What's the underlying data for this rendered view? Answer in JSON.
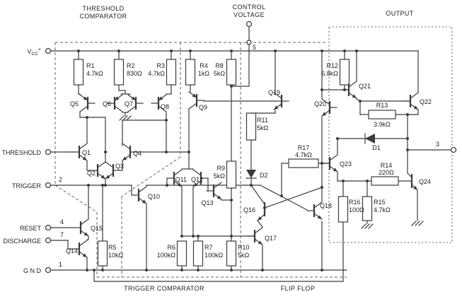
{
  "sections": {
    "threshold_comparator": [
      "THRESHOLD",
      "COMPARATOR"
    ],
    "output": "OUTPUT",
    "trigger_comparator": "TRIGGER COMPARATOR",
    "flip_flop": "FLIP FLOP"
  },
  "terminals": {
    "vcc": {
      "label": "V",
      "sub": "CC",
      "sup": "+"
    },
    "threshold": {
      "name": "THRESHOLD"
    },
    "trigger": {
      "name": "TRIGGER",
      "pin": "2"
    },
    "reset": {
      "name": "RESET",
      "pin": "4"
    },
    "discharge": {
      "name": "DISCHARGE",
      "pin": "7"
    },
    "gnd": {
      "name": "G N D",
      "pin": "1"
    },
    "control_voltage": {
      "line1": "CONTROL",
      "line2": "VOLTAGE",
      "pin": "5"
    },
    "output": {
      "pin": "3"
    }
  },
  "resistors": {
    "r1": {
      "name": "R1",
      "value": "4.7kΩ"
    },
    "r2": {
      "name": "R2",
      "value": "830Ω"
    },
    "r3": {
      "name": "R3",
      "value": "4.7kΩ"
    },
    "r4": {
      "name": "R4",
      "value": "1kΩ"
    },
    "r5": {
      "name": "R5",
      "value": "10kΩ"
    },
    "r6": {
      "name": "R6",
      "value": "100kΩ"
    },
    "r7": {
      "name": "R7",
      "value": "100kΩ"
    },
    "r8": {
      "name": "R8",
      "value": "5kΩ"
    },
    "r9": {
      "name": "R9",
      "value": "5kΩ"
    },
    "r10": {
      "name": "R10",
      "value": "5kΩ"
    },
    "r11": {
      "name": "R11",
      "value": "5kΩ"
    },
    "r12": {
      "name": "R12",
      "value": "6.8kΩ"
    },
    "r13": {
      "name": "R13",
      "value": "3.9kΩ"
    },
    "r14": {
      "name": "R14",
      "value": "220Ω"
    },
    "r15": {
      "name": "R15",
      "value": "4.7kΩ"
    },
    "r16": {
      "name": "R16",
      "value": "100Ω"
    },
    "r17": {
      "name": "R17",
      "value": "4.7kΩ"
    }
  },
  "transistors": {
    "q1": "Q1",
    "q2": "Q2",
    "q3": "Q3",
    "q4": "Q4",
    "q5": "Q5",
    "q6": "Q6",
    "q7": "Q7",
    "q8": "Q8",
    "q9": "Q9",
    "q10": "Q10",
    "q11": "Q11",
    "q12": "Q12",
    "q13": "Q13",
    "q14": "Q14",
    "q15": "Q15",
    "q16": "Q16",
    "q17": "Q17",
    "q18": "Q18",
    "q19": "Q19",
    "q20": "Q20",
    "q21": "Q21",
    "q22": "Q22",
    "q23": "Q23",
    "q24": "Q24"
  },
  "diodes": {
    "d1": "D1",
    "d2": "D2"
  },
  "colors": {
    "wire": "#3b3b3b",
    "dashed": "#666666",
    "background": "#ffffff",
    "text": "#222222"
  }
}
